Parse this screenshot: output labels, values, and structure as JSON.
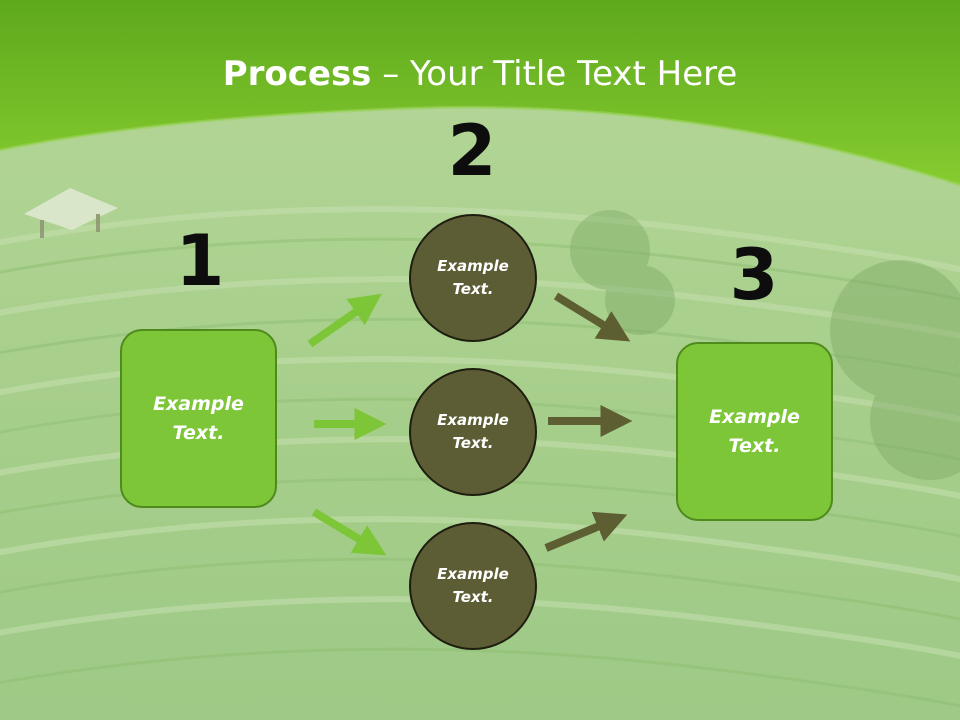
{
  "title": {
    "bold": "Process",
    "rest": " – Your Title Text Here"
  },
  "steps": {
    "one": "1",
    "two": "2",
    "three": "3"
  },
  "boxes": {
    "left": "Example\nText.",
    "right": "Example\nText."
  },
  "circles": {
    "top": "Example\nText.",
    "middle": "Example\nText.",
    "bottom": "Example\nText."
  },
  "colors": {
    "header_green": "#76c22c",
    "box_green": "#7cc637",
    "circle_olive": "#5c5c35",
    "arrow_green": "#7cc637",
    "arrow_olive": "#5e5e33"
  }
}
